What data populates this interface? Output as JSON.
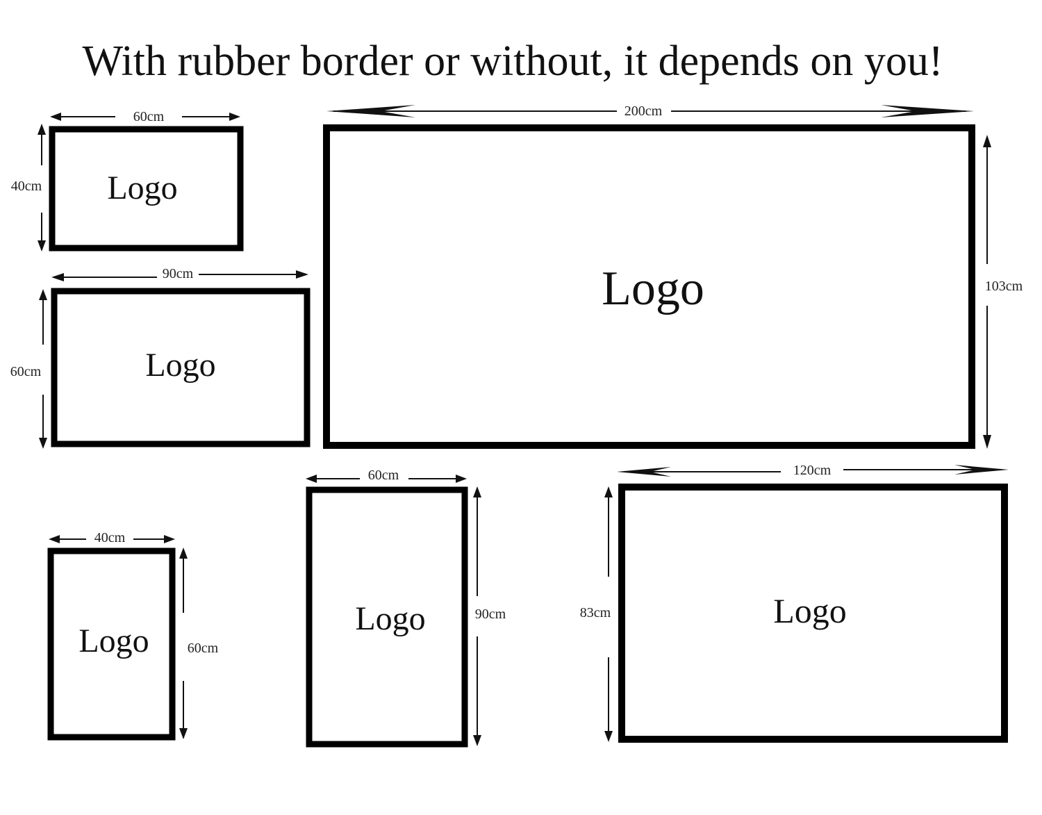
{
  "title": "With rubber border or without, it depends on you!",
  "logo_label": "Logo",
  "frames": [
    {
      "id": "frame-60x40",
      "width_label": "60cm",
      "height_label": "40cm"
    },
    {
      "id": "frame-90x60",
      "width_label": "90cm",
      "height_label": "60cm"
    },
    {
      "id": "frame-200x103",
      "width_label": "200cm",
      "height_label": "103cm"
    },
    {
      "id": "frame-40x60",
      "width_label": "40cm",
      "height_label": "60cm"
    },
    {
      "id": "frame-60x90",
      "width_label": "60cm",
      "height_label": "90cm"
    },
    {
      "id": "frame-120x83",
      "width_label": "120cm",
      "height_label": "83cm"
    }
  ]
}
